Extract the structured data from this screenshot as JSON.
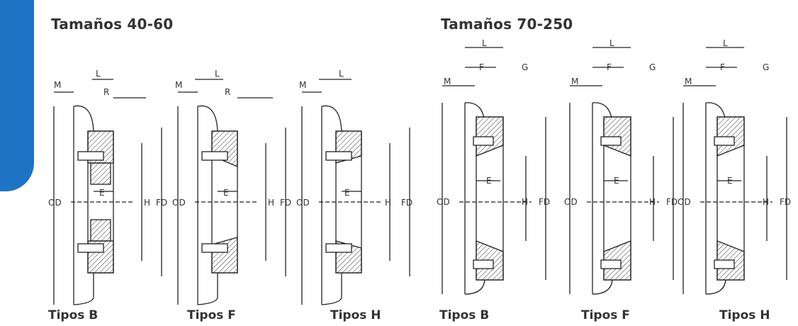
{
  "groups": [
    {
      "title": "Tamaños 40-60",
      "panels": [
        {
          "caption": "Tipos B",
          "labels": {
            "M": "M",
            "L": "L",
            "R": "R",
            "OD": "OD",
            "H": "H",
            "FD": "FD",
            "E": "E"
          }
        },
        {
          "caption": "Tipos F",
          "labels": {
            "M": "M",
            "L": "L",
            "R": "R",
            "OD": "OD",
            "H": "H",
            "FD": "FD",
            "E": "E"
          }
        },
        {
          "caption": "Tipos H",
          "labels": {
            "M": "M",
            "L": "L",
            "OD": "OD",
            "H": "H",
            "FD": "FD",
            "E": "E"
          }
        }
      ]
    },
    {
      "title": "Tamaños 70-250",
      "panels": [
        {
          "caption": "Tipos B",
          "labels": {
            "M": "M",
            "L": "L",
            "F": "F",
            "G": "G",
            "OD": "OD",
            "H": "H",
            "FD": "FD",
            "E": "E"
          }
        },
        {
          "caption": "Tipos F",
          "labels": {
            "M": "M",
            "L": "L",
            "F": "F",
            "G": "G",
            "OD": "OD",
            "H": "H",
            "FD": "FD",
            "E": "E"
          }
        },
        {
          "caption": "Tipos H",
          "labels": {
            "M": "M",
            "L": "L",
            "F": "F",
            "G": "G",
            "OD": "OD",
            "H": "H",
            "FD": "FD",
            "E": "E"
          }
        }
      ]
    }
  ],
  "colors": {
    "accent_tab": "#1f73c4",
    "line": "#222222",
    "text": "#333333"
  }
}
